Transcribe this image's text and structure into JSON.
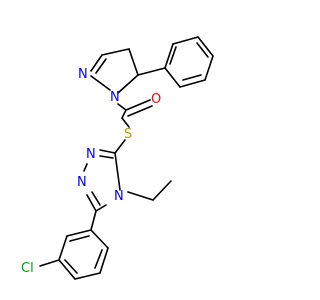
{
  "molecule": {
    "atoms": {
      "n1": {
        "symbol": "N",
        "color": "#0000FF"
      },
      "n2": {
        "symbol": "N",
        "color": "#0000FF"
      },
      "o1": {
        "symbol": "O",
        "color": "#FF0000"
      },
      "s1": {
        "symbol": "S",
        "color": "#B8A000"
      },
      "n3": {
        "symbol": "N",
        "color": "#0000FF"
      },
      "n4": {
        "symbol": "N",
        "color": "#0000FF"
      },
      "n5": {
        "symbol": "N",
        "color": "#0000FF"
      },
      "cl1": {
        "symbol": "Cl",
        "color": "#00A000"
      }
    },
    "bond_color": "#000000"
  }
}
